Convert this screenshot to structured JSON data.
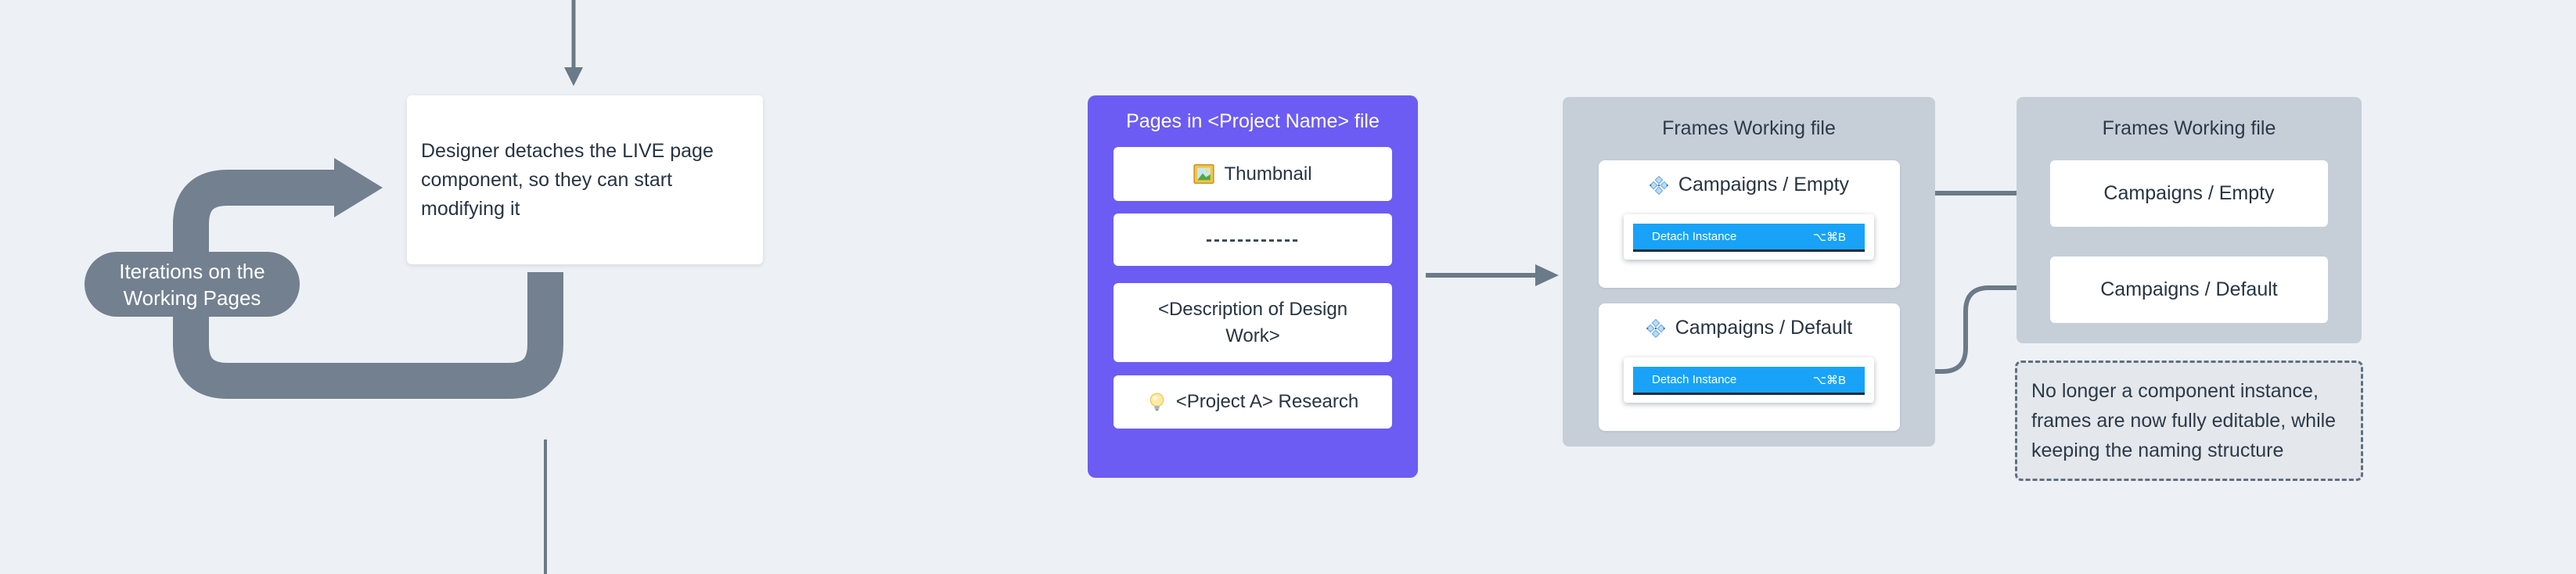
{
  "loop_label": {
    "lines": [
      "Iterations on the",
      "Working Pages"
    ]
  },
  "step_note": {
    "lines": [
      "Designer detaches the LIVE page",
      "component, so they can start",
      "modifying it"
    ]
  },
  "pages_panel": {
    "title": "Pages in <Project Name> file",
    "rows": [
      {
        "icon": "framed-picture-icon",
        "label": "Thumbnail"
      },
      {
        "icon": "",
        "label": "------------"
      },
      {
        "icon": "",
        "lines": [
          "<Description of Design",
          "Work>"
        ]
      },
      {
        "icon": "light-bulb-icon",
        "label": "<Project A> Research"
      }
    ]
  },
  "frames_working_panel": {
    "title": "Frames Working file",
    "cards": [
      {
        "icon": "component-icon",
        "title": "Campaigns / Empty",
        "menu_item": "Detach Instance",
        "shortcut": "⌥⌘B"
      },
      {
        "icon": "component-icon",
        "title": "Campaigns / Default",
        "menu_item": "Detach Instance",
        "shortcut": "⌥⌘B"
      }
    ]
  },
  "frames_result_panel": {
    "title": "Frames Working file",
    "cards": [
      {
        "title": "Campaigns / Empty"
      },
      {
        "title": "Campaigns / Default"
      }
    ]
  },
  "callout": {
    "lines": [
      "No longer a component instance,",
      "frames are now fully editable, while",
      "keeping the naming structure"
    ]
  },
  "colors": {
    "background": "#EDF1F5",
    "accent_purple": "#6C5CF3",
    "figma_blue": "#18A3F8",
    "loop_gray": "#72808F",
    "connector_gray": "#6B7A89",
    "panel_gray": "#C6CFD8",
    "dark_text": "#273442"
  }
}
